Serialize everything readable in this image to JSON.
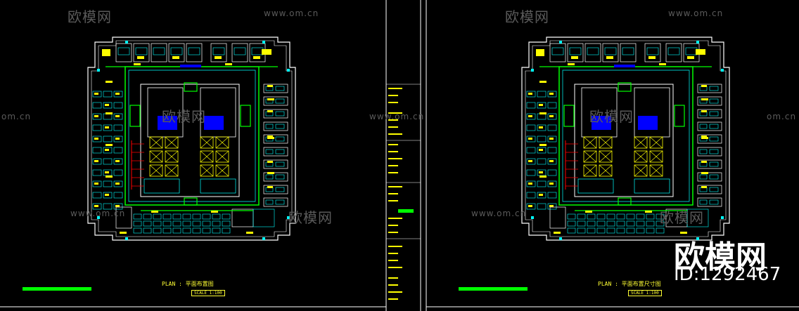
{
  "watermark": {
    "brand": "欧模网",
    "url": "www.om.cn",
    "url_partial": "om.cn"
  },
  "logo": {
    "text": "欧模网",
    "id": "ID:1292467"
  },
  "sheets": [
    {
      "title": "PLAN : 平面布置图",
      "scale": "SCALE 1:100"
    },
    {
      "title": "PLAN : 平面布置尺寸图",
      "scale": "SCALE 1:100"
    }
  ],
  "colors": {
    "background": "#000000",
    "wall": "#ffffff",
    "furniture": "#00ffff",
    "green": "#00ff00",
    "yellow": "#ffff00",
    "blue": "#0000ff",
    "red": "#ff0000"
  }
}
